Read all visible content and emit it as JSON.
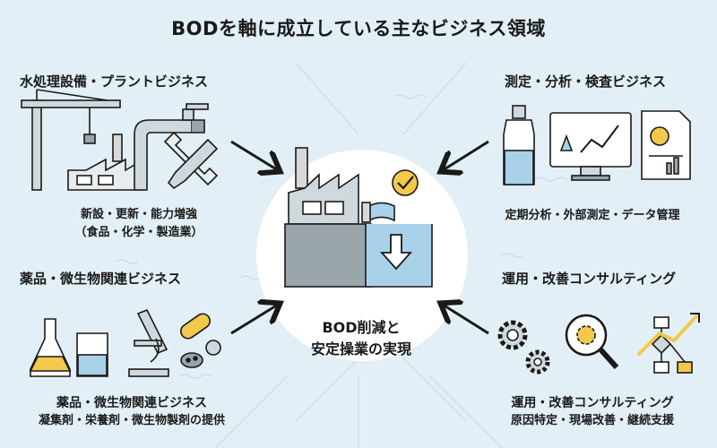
{
  "title": "BODを軸に成立している主なビジネス領域",
  "center": {
    "line1": "BOD削減と",
    "line2": "安定操業の実現",
    "icons": [
      "factory-icon",
      "check-icon",
      "water-tank-icon",
      "down-arrow-icon"
    ]
  },
  "quadrants": {
    "top_left": {
      "title": "水処理設備・プラントビジネス",
      "sub1": "新設・更新・能力増強",
      "sub2": "（食品・化学・製造業）",
      "icons": [
        "crane-icon",
        "factory-icon",
        "pipe-faucet-icon",
        "wrench-icon"
      ]
    },
    "top_right": {
      "title": "測定・分析・検査ビジネス",
      "sub1": "定期分析・外部測定・データ管理",
      "icons": [
        "sample-bottle-icon",
        "monitor-chart-icon",
        "report-icon"
      ]
    },
    "bottom_left": {
      "title": "薬品・微生物関連ビジネス",
      "sub_title": "薬品・微生物関連ビジネス",
      "sub1": "凝集剤・栄養剤・微生物製剤の提供",
      "icons": [
        "flask-icon",
        "microscope-icon",
        "capsule-icon",
        "microbe-icon"
      ]
    },
    "bottom_right": {
      "title": "運用・改善コンサルティング",
      "sub_title": "運用・改善コンサルティング",
      "sub1": "原因特定・現場改善・継続支援",
      "icons": [
        "gears-icon",
        "magnifier-gear-icon",
        "flowchart-icon"
      ]
    }
  },
  "colors": {
    "background": "#e3eff6",
    "ink": "#1a1a1a",
    "water": "#a9d2ea",
    "accent_yellow": "#f2c94c",
    "circle": "#ffffff"
  }
}
